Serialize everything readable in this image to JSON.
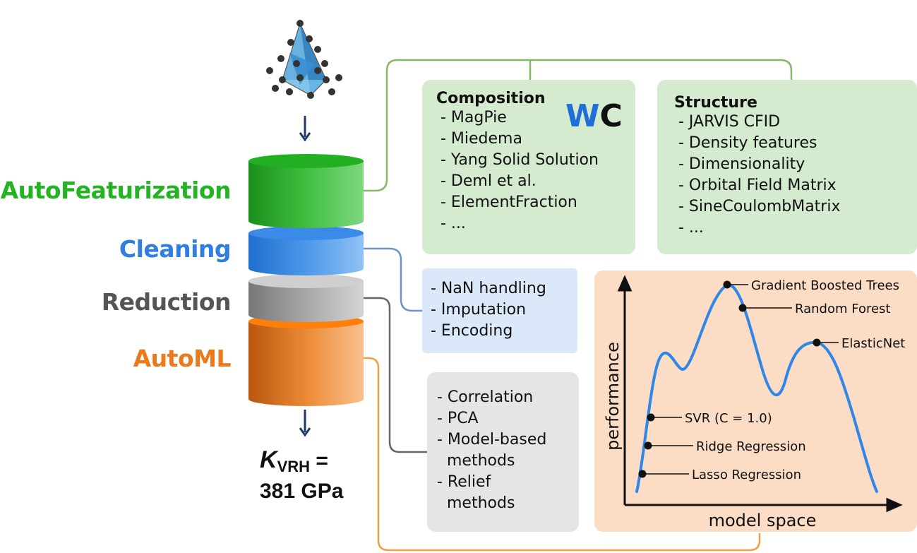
{
  "stages": [
    {
      "label": "AutoFeaturization",
      "color": "#23b323"
    },
    {
      "label": "Cleaning",
      "color": "#2f7fe0"
    },
    {
      "label": "Reduction",
      "color": "#555555"
    },
    {
      "label": "AutoML",
      "color": "#ea7a1a"
    }
  ],
  "result": {
    "symbol": "K",
    "subscript": "VRH",
    "equals": " =",
    "value": "381 GPa"
  },
  "composition": {
    "title": "Composition",
    "logo": {
      "w": "W",
      "c": "C"
    },
    "items": [
      "- MagPie",
      "- Miedema",
      "- Yang Solid Solution",
      "- Deml et al.",
      "- ElementFraction",
      "- ..."
    ]
  },
  "structure": {
    "title": "Structure",
    "items": [
      "- JARVIS CFID",
      "- Density features",
      "- Dimensionality",
      "- Orbital Field Matrix",
      "- SineCoulombMatrix",
      "- ..."
    ]
  },
  "cleaning": {
    "items": [
      "- NaN handling",
      "- Imputation",
      "- Encoding"
    ]
  },
  "reduction": {
    "items": [
      "- Correlation",
      "- PCA",
      "- Model-based",
      "  methods",
      "- Relief",
      "  methods"
    ]
  },
  "automl_plot": {
    "xlabel": "model space",
    "ylabel": "performance",
    "models": [
      "Gradient Boosted Trees",
      "Random Forest",
      "ElasticNet",
      "SVR (C = 1.0)",
      "Ridge Regression",
      "Lasso Regression"
    ]
  },
  "colors": {
    "featurization": "#2bb52b",
    "cleaning": "#3f8ee8",
    "reduction": "#aaaaaa",
    "automl": "#f08a24",
    "curve": "#2f86e8",
    "green_box": "#d5ebcf",
    "blue_box": "#dbe8f9",
    "gray_box": "#e5e5e5",
    "orange_box": "#fbdcc4"
  }
}
